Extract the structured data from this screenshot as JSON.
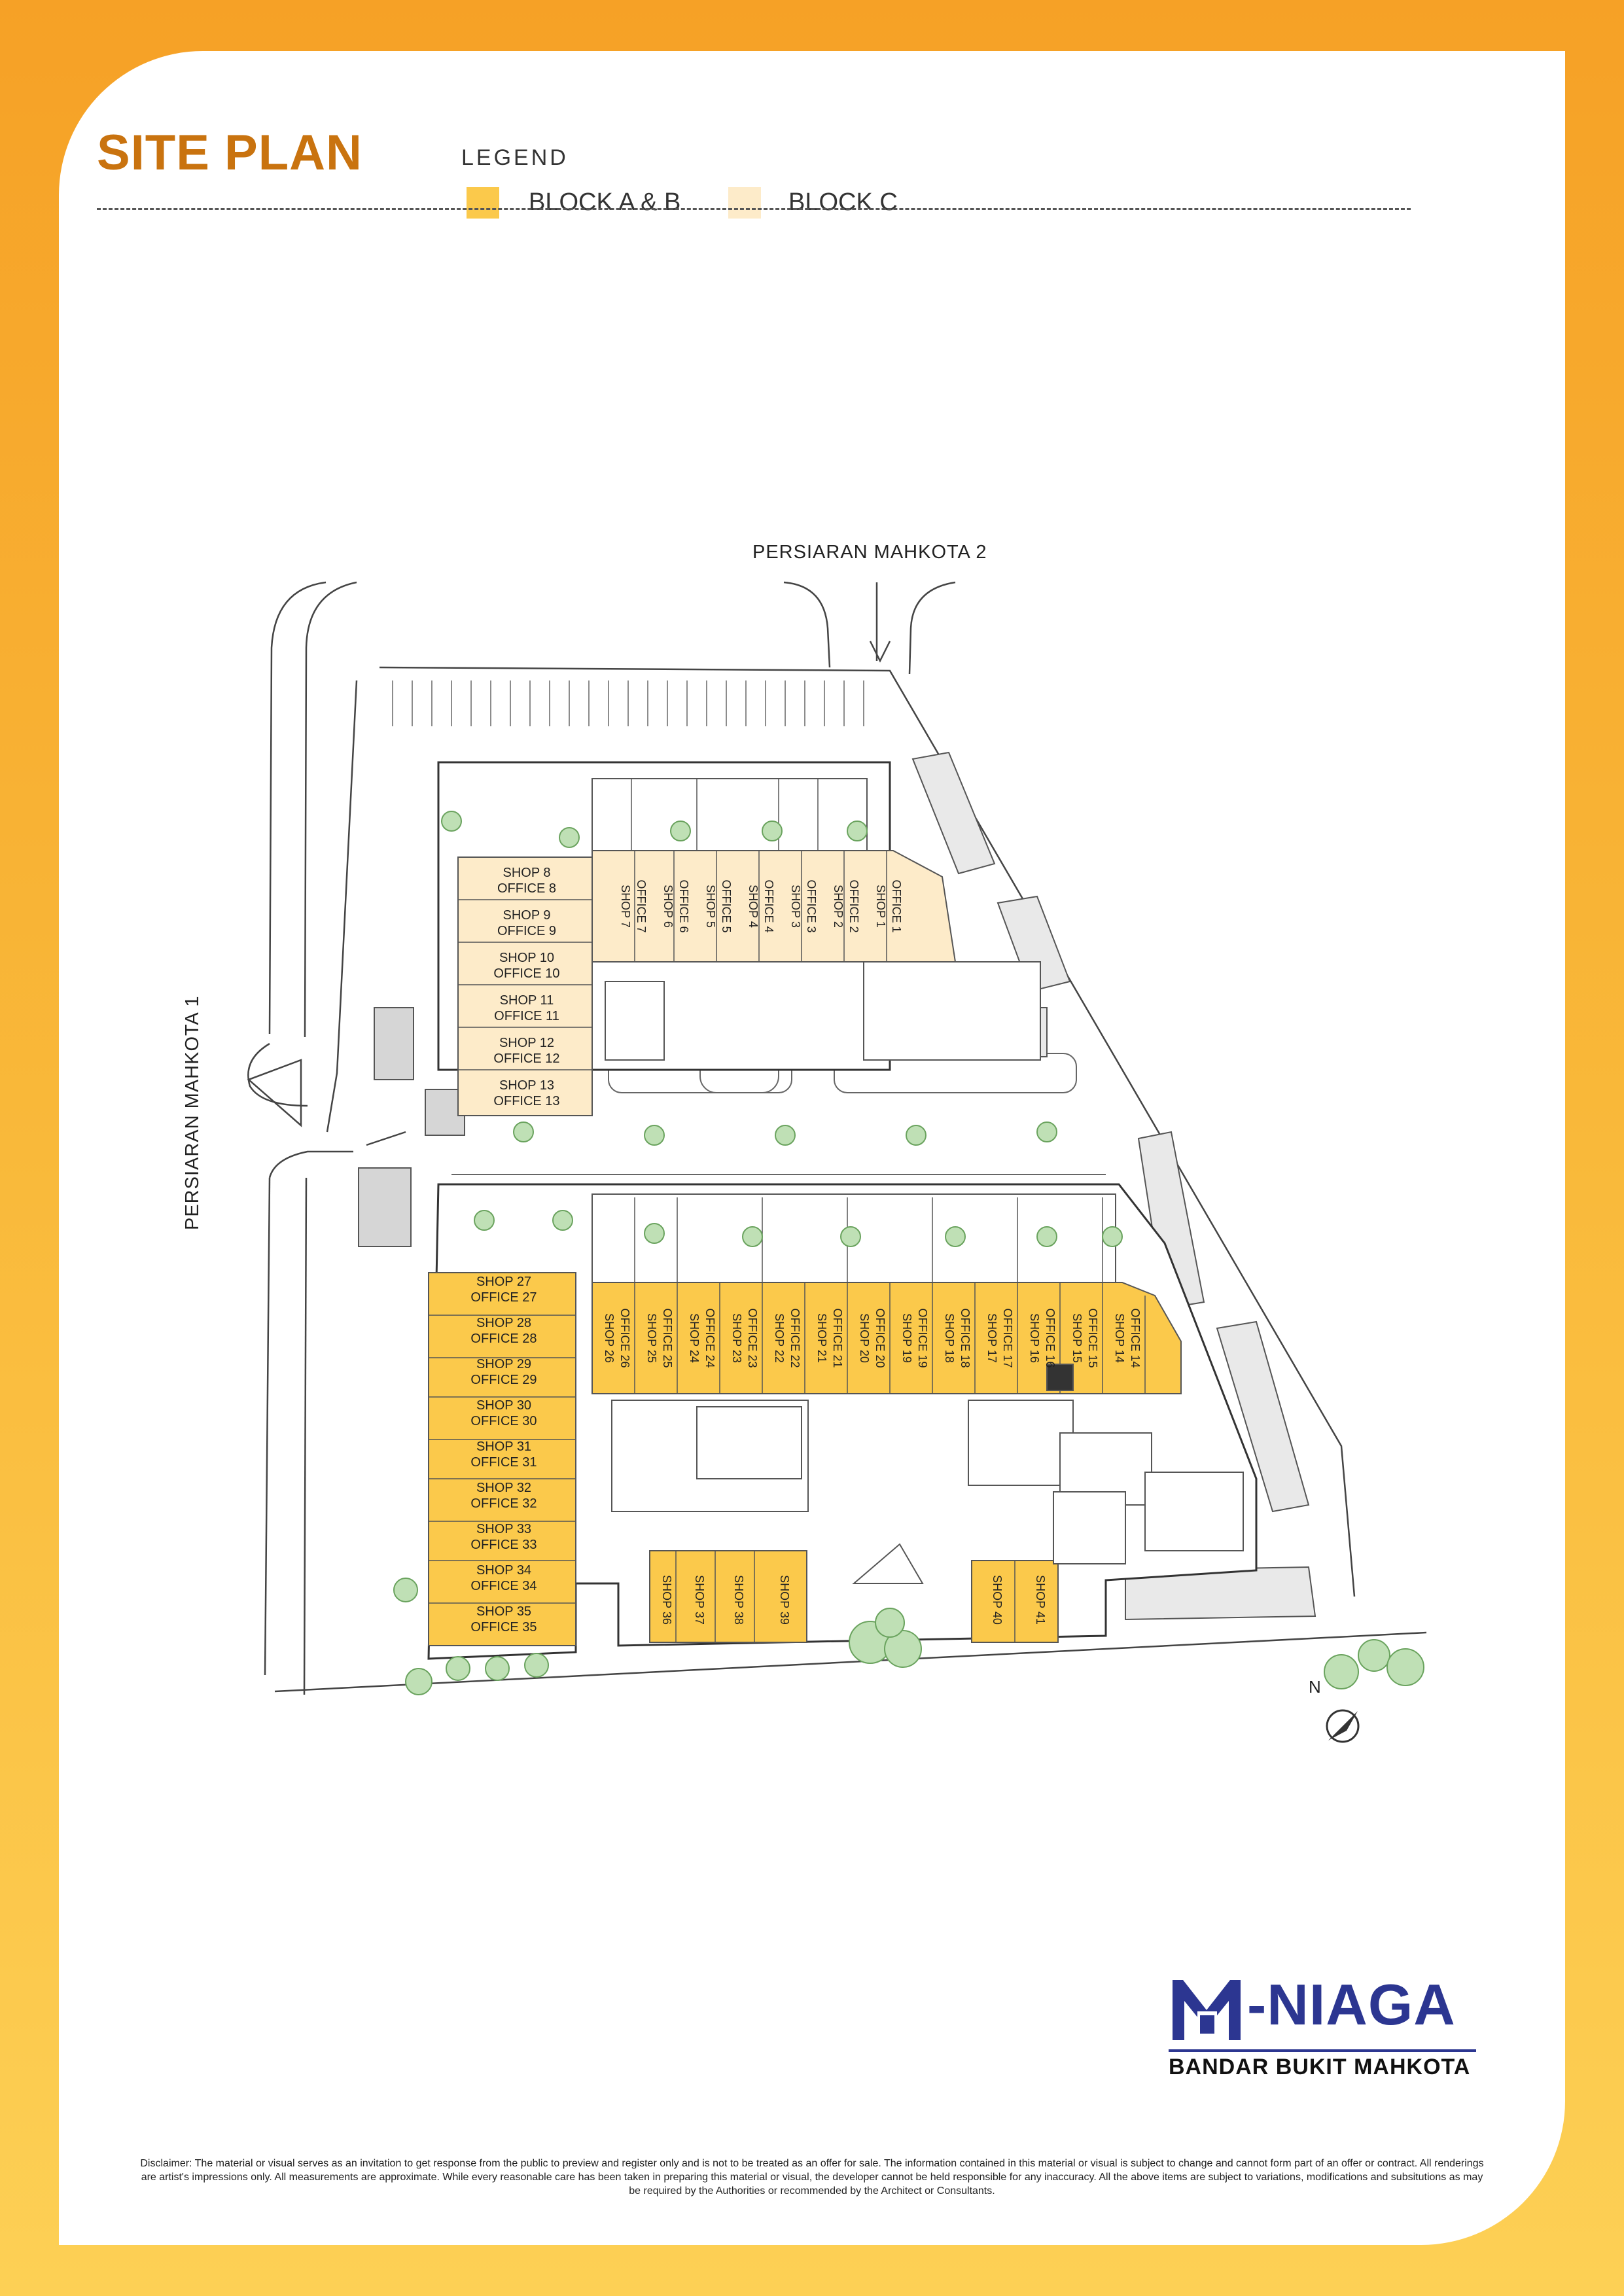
{
  "header": {
    "title": "SITE PLAN",
    "legend_heading": "LEGEND",
    "legend": [
      {
        "label": "BLOCK A & B",
        "color": "#fbc94b"
      },
      {
        "label": "BLOCK C",
        "color": "#fdebc9"
      }
    ]
  },
  "roads": {
    "north": "PERSIARAN MAHKOTA 2",
    "west": "PERSIARAN MAHKOTA 1"
  },
  "block_c_units": [
    {
      "shop": "SHOP 8",
      "office": "OFFICE 8"
    },
    {
      "shop": "SHOP 9",
      "office": "OFFICE 9"
    },
    {
      "shop": "SHOP 10",
      "office": "OFFICE 10"
    },
    {
      "shop": "SHOP 11",
      "office": "OFFICE 11"
    },
    {
      "shop": "SHOP 12",
      "office": "OFFICE 12"
    },
    {
      "shop": "SHOP 13",
      "office": "OFFICE 13"
    }
  ],
  "block_c_vertical": [
    {
      "shop": "SHOP 7",
      "office": "OFFICE 7"
    },
    {
      "shop": "SHOP 6",
      "office": "OFFICE 6"
    },
    {
      "shop": "SHOP 5",
      "office": "OFFICE 5"
    },
    {
      "shop": "SHOP 4",
      "office": "OFFICE 4"
    },
    {
      "shop": "SHOP 3",
      "office": "OFFICE 3"
    },
    {
      "shop": "SHOP 2",
      "office": "OFFICE 2"
    },
    {
      "shop": "SHOP 1",
      "office": "OFFICE 1"
    }
  ],
  "block_ab_west": [
    {
      "shop": "SHOP 27",
      "office": "OFFICE 27"
    },
    {
      "shop": "SHOP 28",
      "office": "OFFICE 28"
    },
    {
      "shop": "SHOP 29",
      "office": "OFFICE 29"
    },
    {
      "shop": "SHOP 30",
      "office": "OFFICE 30"
    },
    {
      "shop": "SHOP 31",
      "office": "OFFICE 31"
    },
    {
      "shop": "SHOP 32",
      "office": "OFFICE 32"
    },
    {
      "shop": "SHOP 33",
      "office": "OFFICE 33"
    },
    {
      "shop": "SHOP 34",
      "office": "OFFICE 34"
    },
    {
      "shop": "SHOP 35",
      "office": "OFFICE 35"
    }
  ],
  "block_ab_row": [
    {
      "shop": "SHOP 26",
      "office": "OFFICE 26"
    },
    {
      "shop": "SHOP 25",
      "office": "OFFICE 25"
    },
    {
      "shop": "SHOP 24",
      "office": "OFFICE 24"
    },
    {
      "shop": "SHOP 23",
      "office": "OFFICE 23"
    },
    {
      "shop": "SHOP 22",
      "office": "OFFICE 22"
    },
    {
      "shop": "SHOP 21",
      "office": "OFFICE 21"
    },
    {
      "shop": "SHOP 20",
      "office": "OFFICE 20"
    },
    {
      "shop": "SHOP 19",
      "office": "OFFICE 19"
    },
    {
      "shop": "SHOP 18",
      "office": "OFFICE 18"
    },
    {
      "shop": "SHOP 17",
      "office": "OFFICE 17"
    },
    {
      "shop": "SHOP 16",
      "office": "OFFICE 16"
    },
    {
      "shop": "SHOP 15",
      "office": "OFFICE 15"
    },
    {
      "shop": "SHOP 14",
      "office": "OFFICE 14"
    }
  ],
  "block_ab_south": [
    "SHOP 36",
    "SHOP 37",
    "SHOP 38",
    "SHOP 39",
    "SHOP 40",
    "SHOP 41"
  ],
  "compass": "N",
  "brand": {
    "name": "-NIAGA",
    "subtitle": "BANDAR BUKIT MAHKOTA",
    "color": "#2c3691"
  },
  "disclaimer": "Disclaimer: The material or visual serves as an invitation to get response from the public to preview and register only and is not to be treated as an offer for sale. The information contained in this material or visual is subject to change and cannot form part of an offer or contract. All renderings are artist's impressions only. All measurements are approximate. While every reasonable care has been taken in preparing this material or visual, the developer cannot be held responsible for any inaccuracy. All the above items are subject to variations, modifications and subsitutions as may be required by the Authorities or recommended by the Architect or Consultants."
}
